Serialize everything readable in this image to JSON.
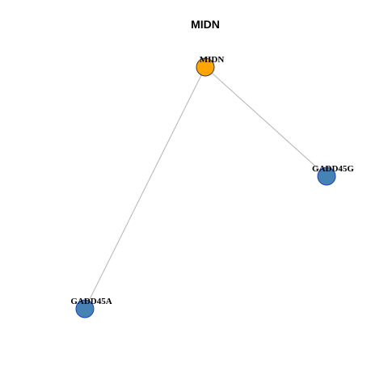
{
  "title": "MIDN",
  "colors": {
    "background": "#ffffff",
    "edge": "#b3b3b3",
    "center_fill": "#ffa500",
    "center_stroke": "#3a3a3a",
    "neighbor_fill": "#4682b4",
    "neighbor_stroke": "#1c3fbf"
  },
  "nodes": [
    {
      "id": "MIDN",
      "label": "MIDN",
      "role": "center"
    },
    {
      "id": "GADD45G",
      "label": "GADD45G",
      "role": "neighbor"
    },
    {
      "id": "GADD45A",
      "label": "GADD45A",
      "role": "neighbor"
    }
  ],
  "edges": [
    {
      "source": "MIDN",
      "target": "GADD45G"
    },
    {
      "source": "MIDN",
      "target": "GADD45A"
    }
  ]
}
